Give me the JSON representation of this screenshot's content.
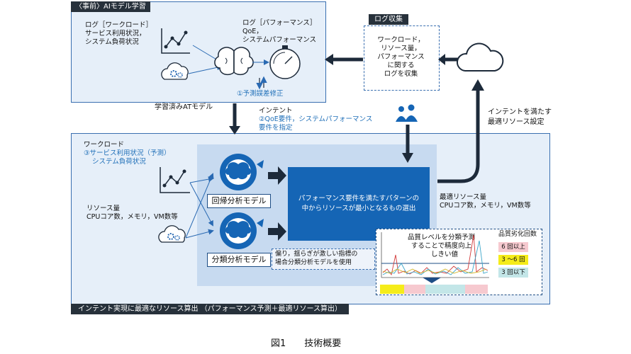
{
  "top_panel": {
    "header": "〈事前〉AIモデル学習",
    "log_workload": [
      "ログ［ワークロード］",
      "サービス利用状況，",
      "システム負荷状況"
    ],
    "log_performance": [
      "ログ［パフォーマンス］",
      "QoE，",
      "システムパフォーマンス"
    ],
    "correction": "①予測誤差修正"
  },
  "log_collection": {
    "header": "ログ収集",
    "lines": [
      "ワークロード，",
      "リソース量，",
      "パフォーマンス",
      "に関する",
      "ログを収集"
    ]
  },
  "trained_model": "学習済みATモデル",
  "intent": {
    "title": "インテント",
    "lines": [
      "②QoE要件，システムパフォーマンス",
      "要件を指定"
    ]
  },
  "right_note": [
    "インテントを満たす",
    "最適リソース設定"
  ],
  "bottom_panel": {
    "workload": [
      "ワークロード",
      "③サービス利用状況（予測）",
      "システム負荷状況"
    ],
    "resource": [
      "リソース量",
      "CPUコア数，メモリ，VM数等"
    ],
    "regression_model": "回帰分析モデル",
    "classification_model": "分類分析モデル",
    "center_text": "パフォーマンス要件を満たすパターンの\n中からリソースが最小となるもの選出",
    "optimal": [
      "最適リソース量",
      "CPUコア数，メモリ，VM数等"
    ],
    "classification_note": [
      "偏り，揺らぎが激しい指標の",
      "場合分類分析モデルを使用"
    ],
    "chart_labels": [
      "品質レベルを分類予測",
      "することで精度向上",
      "しきい値"
    ],
    "legend_title": "品質劣化回数",
    "legend": [
      {
        "label": "6 回以上",
        "color": "#f6c9cf"
      },
      {
        "label": "3 〜6 回",
        "color": "#f5ec1a"
      },
      {
        "label": "3 回以下",
        "color": "#c3e6e8"
      }
    ],
    "footer": "インテント実現に最適なリソース算出 （パフォーマンス予測＋最適リソース算出）"
  },
  "caption": "図1　　技術概要"
}
